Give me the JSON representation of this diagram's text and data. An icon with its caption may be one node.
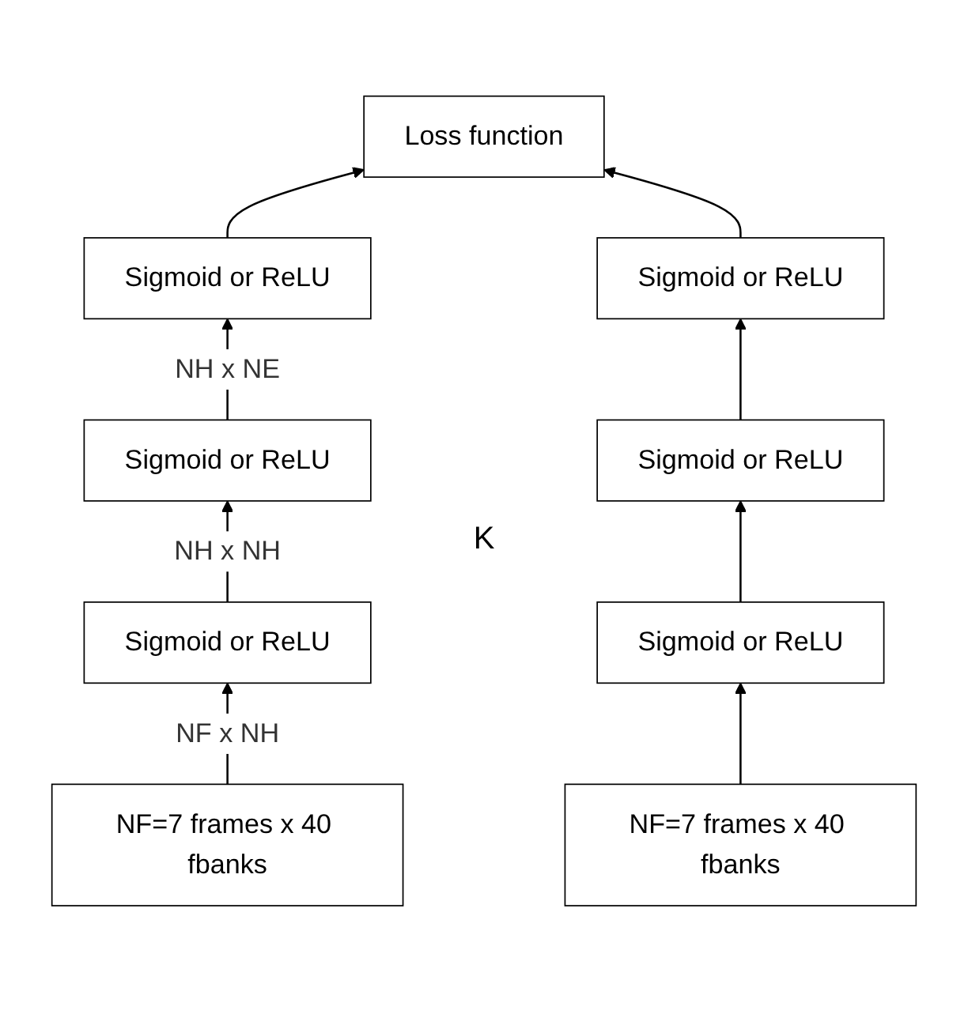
{
  "diagram": {
    "nodes": [
      {
        "text": [
          "Loss function"
        ]
      },
      {
        "text": [
          "Sigmoid or ReLU"
        ]
      },
      {
        "text": [
          "Sigmoid or ReLU"
        ]
      },
      {
        "text": [
          "Sigmoid or ReLU"
        ]
      },
      {
        "text": [
          "Sigmoid or ReLU"
        ]
      },
      {
        "text": [
          "Sigmoid or ReLU"
        ]
      },
      {
        "text": [
          "Sigmoid or ReLU"
        ]
      },
      {
        "text": [
          "NF=7 frames x 40 fbanks"
        ]
      },
      {
        "text": [
          "NF=7 frames x 40 fbanks"
        ]
      }
    ],
    "edges": [
      {
        "from": 1,
        "to": 0,
        "arrow": "to"
      },
      {
        "from": 2,
        "to": 0,
        "arrow": "to"
      },
      {
        "from": 3,
        "to": 1,
        "arrow": "to",
        "label": "NH x NE"
      },
      {
        "from": 4,
        "to": 2,
        "arrow": "to"
      },
      {
        "from": 5,
        "to": 3,
        "arrow": "to",
        "label": "NH x NH"
      },
      {
        "from": 6,
        "to": 4,
        "arrow": "to"
      },
      {
        "from": 7,
        "to": 5,
        "arrow": "to",
        "label": "NF x NH"
      },
      {
        "from": 8,
        "to": 6,
        "arrow": "to"
      }
    ],
    "labels": [
      "K"
    ]
  }
}
